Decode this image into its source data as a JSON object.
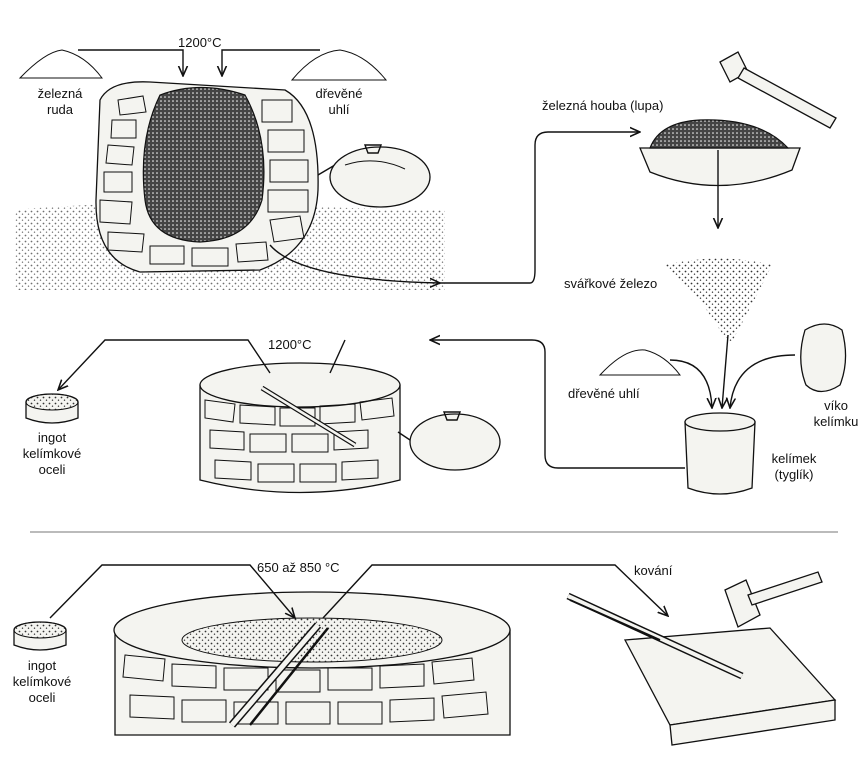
{
  "stage1": {
    "temperature": "1200°C",
    "iron_ore": {
      "line1": "železná",
      "line2": "ruda"
    },
    "charcoal": {
      "line1": "dřevěné",
      "line2": "uhlí"
    },
    "bloom": "železná houba (lupa)",
    "wrought_iron": "svářkové železo"
  },
  "stage2": {
    "temperature": "1200°C",
    "charcoal": "dřevěné uhlí",
    "lid": {
      "line1": "víko",
      "line2": "kelímku"
    },
    "crucible": {
      "line1": "kelímek",
      "line2": "(tyglík)"
    },
    "ingot": {
      "line1": "ingot",
      "line2": "kelímkové",
      "line3": "oceli"
    }
  },
  "stage3": {
    "temperature": "650 až 850 °C",
    "forging": "kování",
    "ingot": {
      "line1": "ingot",
      "line2": "kelímkové",
      "line3": "oceli"
    }
  },
  "colors": {
    "ink": "#111111",
    "paper": "#ffffff",
    "stone_fill": "#f4f4f0"
  }
}
